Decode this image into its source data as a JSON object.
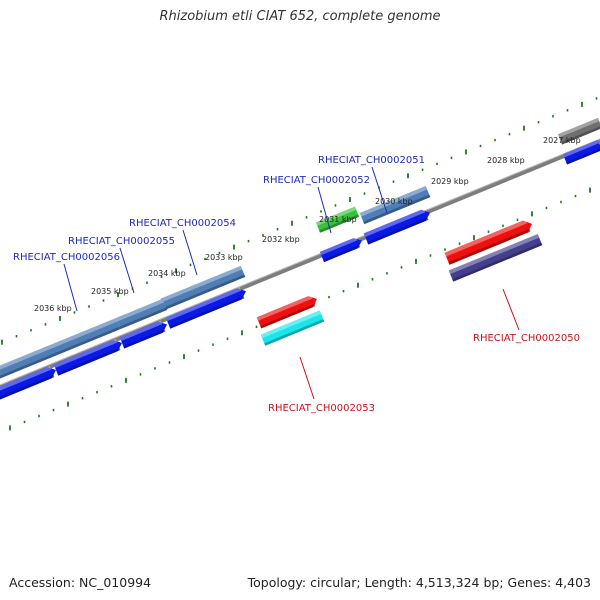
{
  "title": "Rhizobium etli CIAT 652, complete genome",
  "footer": {
    "accession": "Accession: NC_010994",
    "topology": "Topology: circular; Length: 4,513,324 bp; Genes: 4,403"
  },
  "colors": {
    "backbone": "#7d7d7d",
    "tick_mark": "#1a7a1a",
    "forward_label": "#1f2bb4",
    "reverse_label": "#c8141e",
    "gene_blue": "#0a19e6",
    "gene_steel": "#4f7eb6",
    "gene_red": "#ef0f0f",
    "gene_cyan": "#18e6ec",
    "gene_green": "#38c23a",
    "gene_indigo": "#433f8e",
    "gene_gray": "#707070"
  },
  "ticks": [
    {
      "value": "2027 kbp"
    },
    {
      "value": "2028 kbp"
    },
    {
      "value": "2029 kbp"
    },
    {
      "value": "2030 kbp"
    },
    {
      "value": "2031 kbp"
    },
    {
      "value": "2032 kbp"
    },
    {
      "value": "2033 kbp"
    },
    {
      "value": "2034 kbp"
    },
    {
      "value": "2035 kbp"
    },
    {
      "value": "2036 kbp"
    }
  ],
  "gene_labels": [
    {
      "text": "RHECIAT_CH0002051",
      "strand": "forward"
    },
    {
      "text": "RHECIAT_CH0002052",
      "strand": "forward"
    },
    {
      "text": "RHECIAT_CH0002054",
      "strand": "forward"
    },
    {
      "text": "RHECIAT_CH0002055",
      "strand": "forward"
    },
    {
      "text": "RHECIAT_CH0002056",
      "strand": "forward"
    },
    {
      "text": "RHECIAT_CH0002050",
      "strand": "reverse"
    },
    {
      "text": "RHECIAT_CH0002053",
      "strand": "reverse"
    }
  ]
}
